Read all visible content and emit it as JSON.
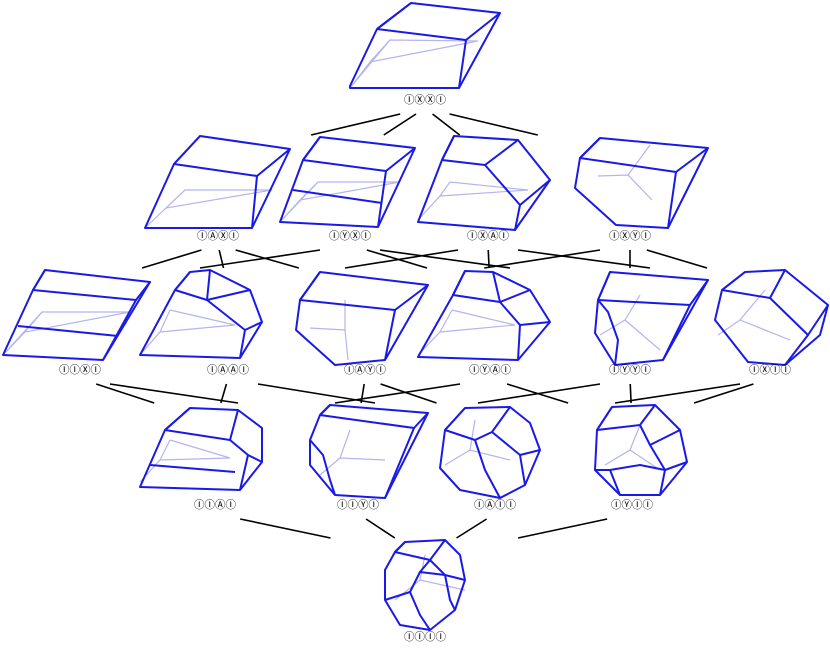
{
  "colors": {
    "front": "#1a1ae6",
    "back": "#b4b4ee",
    "edge": "#000000"
  },
  "nodes": [
    {
      "id": "n0",
      "label": "ⒾⓍⓍⒾ"
    },
    {
      "id": "n1",
      "label": "ⒾⒶⓍⒾ"
    },
    {
      "id": "n2",
      "label": "ⒾⓎⓍⒾ"
    },
    {
      "id": "n3",
      "label": "ⒾⓍⒶⒾ"
    },
    {
      "id": "n4",
      "label": "ⒾⓍⓎⒾ"
    },
    {
      "id": "n5",
      "label": "ⒾⒾⓍⒾ"
    },
    {
      "id": "n6",
      "label": "ⒾⒶⒶⒾ"
    },
    {
      "id": "n7",
      "label": "ⒾⒶⓎⒾ"
    },
    {
      "id": "n8",
      "label": "ⒾⓎⒶⒾ"
    },
    {
      "id": "n9",
      "label": "ⒾⓎⓎⒾ"
    },
    {
      "id": "n10",
      "label": "ⒾⓍⒾⒾ"
    },
    {
      "id": "n11",
      "label": "ⒾⒾⒶⒾ"
    },
    {
      "id": "n12",
      "label": "ⒾⒾⓎⒾ"
    },
    {
      "id": "n13",
      "label": "ⒾⒶⒾⒾ"
    },
    {
      "id": "n14",
      "label": "ⒾⓎⒾⒾ"
    },
    {
      "id": "n15",
      "label": "ⒾⒾⒾⒾ"
    }
  ],
  "edges": [
    [
      "n0",
      "n1"
    ],
    [
      "n0",
      "n2"
    ],
    [
      "n0",
      "n3"
    ],
    [
      "n0",
      "n4"
    ],
    [
      "n1",
      "n5"
    ],
    [
      "n1",
      "n6"
    ],
    [
      "n1",
      "n7"
    ],
    [
      "n2",
      "n5"
    ],
    [
      "n2",
      "n8"
    ],
    [
      "n2",
      "n9"
    ],
    [
      "n3",
      "n6"
    ],
    [
      "n3",
      "n8"
    ],
    [
      "n3",
      "n10"
    ],
    [
      "n4",
      "n7"
    ],
    [
      "n4",
      "n9"
    ],
    [
      "n4",
      "n10"
    ],
    [
      "n5",
      "n11"
    ],
    [
      "n5",
      "n12"
    ],
    [
      "n6",
      "n11"
    ],
    [
      "n6",
      "n13"
    ],
    [
      "n7",
      "n12"
    ],
    [
      "n7",
      "n13"
    ],
    [
      "n8",
      "n11"
    ],
    [
      "n8",
      "n14"
    ],
    [
      "n9",
      "n12"
    ],
    [
      "n9",
      "n14"
    ],
    [
      "n10",
      "n13"
    ],
    [
      "n10",
      "n14"
    ],
    [
      "n11",
      "n15"
    ],
    [
      "n12",
      "n15"
    ],
    [
      "n13",
      "n15"
    ],
    [
      "n14",
      "n15"
    ]
  ]
}
